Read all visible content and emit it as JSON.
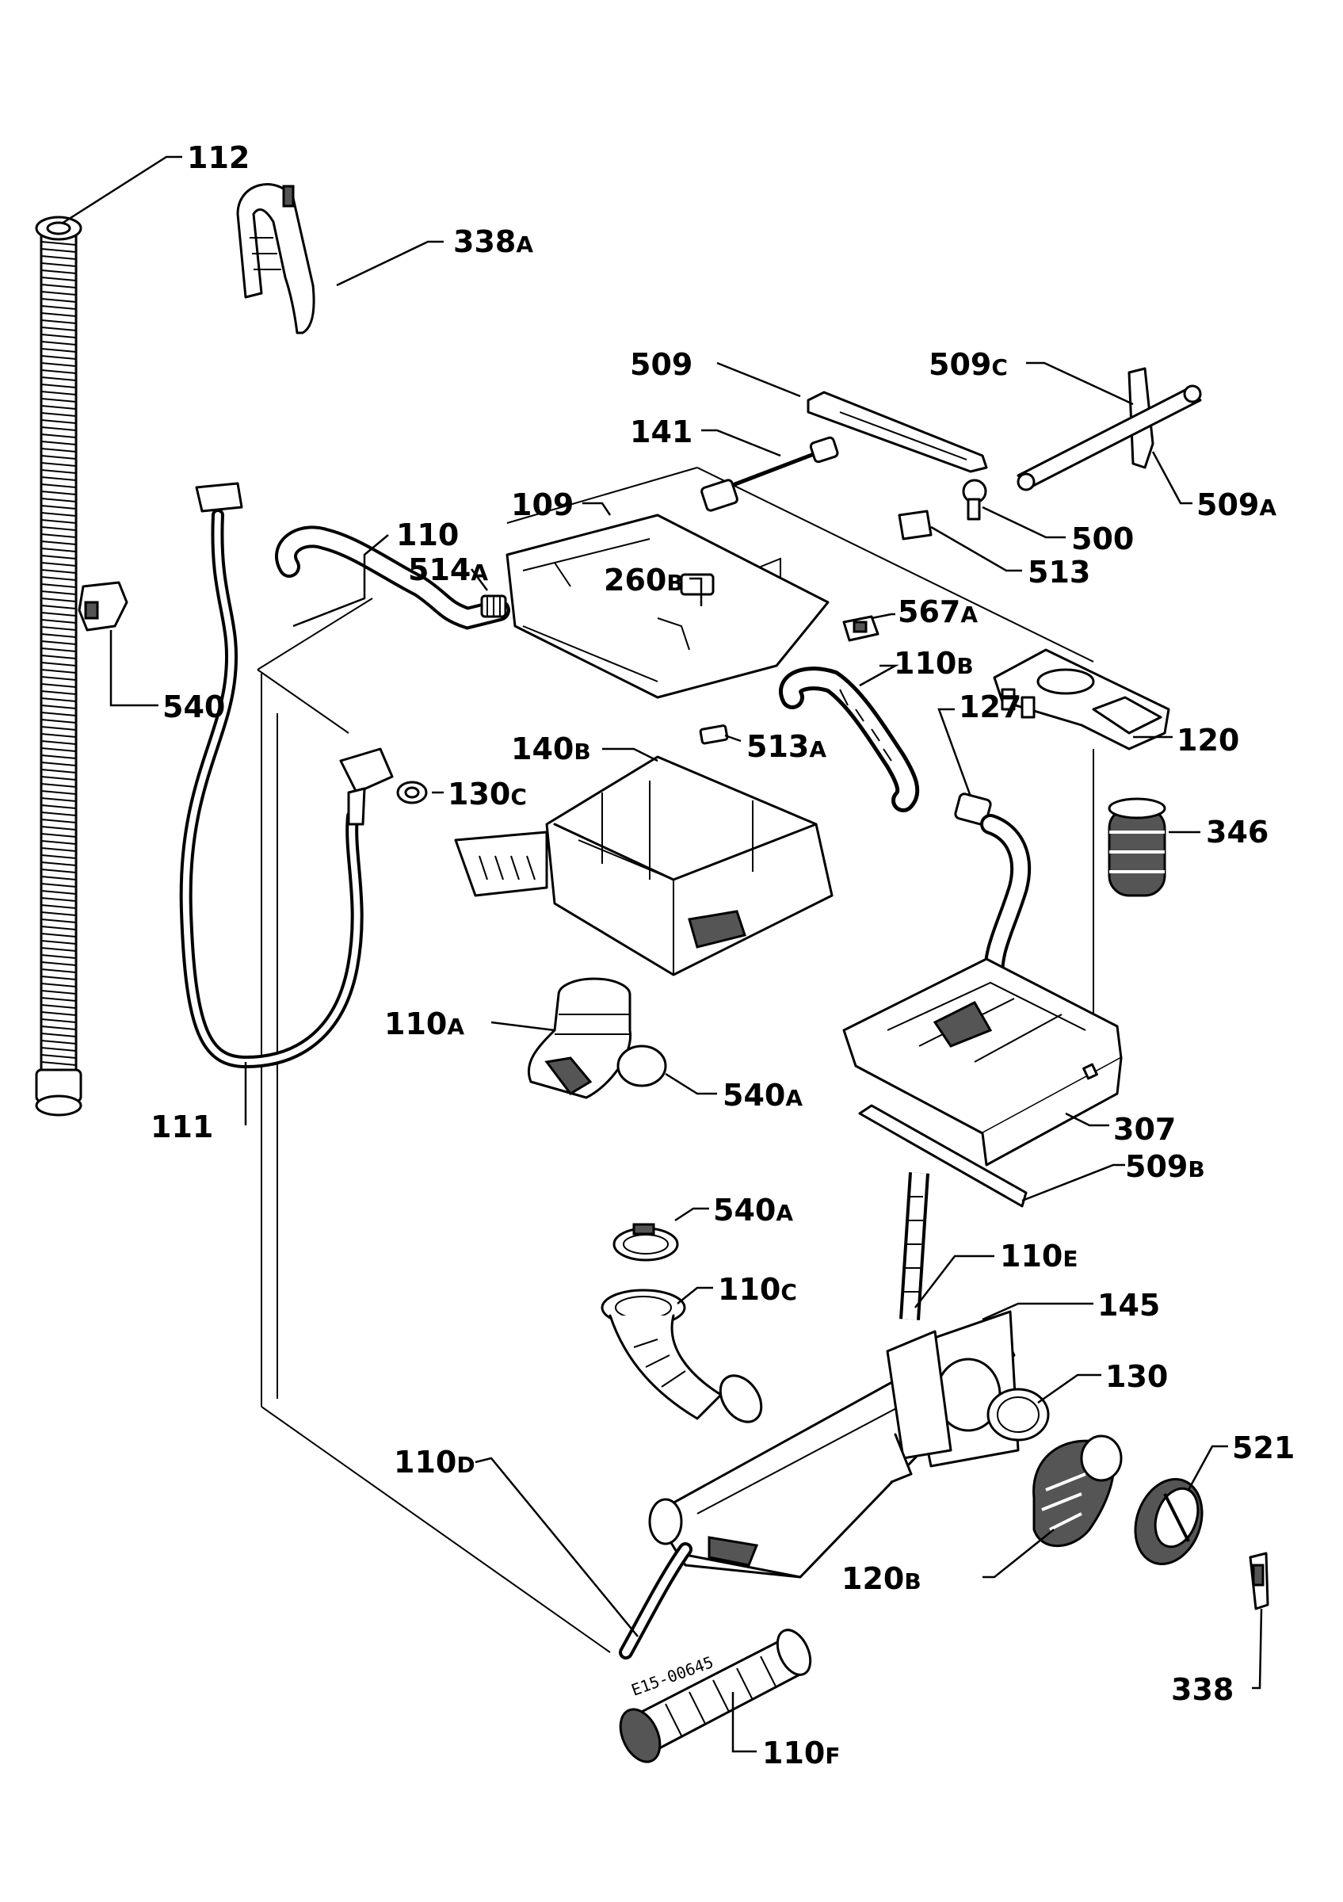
{
  "colors": {
    "line": "#000000",
    "background": "#ffffff",
    "shade": "#555555"
  },
  "labels": [
    {
      "id": "112",
      "num": "112",
      "suffix": ""
    },
    {
      "id": "338a",
      "num": "338",
      "suffix": "A"
    },
    {
      "id": "509",
      "num": "509",
      "suffix": ""
    },
    {
      "id": "509c",
      "num": "509",
      "suffix": "C"
    },
    {
      "id": "141",
      "num": "141",
      "suffix": ""
    },
    {
      "id": "509a",
      "num": "509",
      "suffix": "A"
    },
    {
      "id": "109",
      "num": "109",
      "suffix": ""
    },
    {
      "id": "500",
      "num": "500",
      "suffix": ""
    },
    {
      "id": "110",
      "num": "110",
      "suffix": ""
    },
    {
      "id": "514a",
      "num": "514",
      "suffix": "A"
    },
    {
      "id": "513",
      "num": "513",
      "suffix": ""
    },
    {
      "id": "260b",
      "num": "260",
      "suffix": "B"
    },
    {
      "id": "567a",
      "num": "567",
      "suffix": "A"
    },
    {
      "id": "110b",
      "num": "110",
      "suffix": "B"
    },
    {
      "id": "540",
      "num": "540",
      "suffix": ""
    },
    {
      "id": "127",
      "num": "127",
      "suffix": ""
    },
    {
      "id": "140b",
      "num": "140",
      "suffix": "B"
    },
    {
      "id": "513a",
      "num": "513",
      "suffix": "A"
    },
    {
      "id": "120",
      "num": "120",
      "suffix": ""
    },
    {
      "id": "130c",
      "num": "130",
      "suffix": "C"
    },
    {
      "id": "346",
      "num": "346",
      "suffix": ""
    },
    {
      "id": "110a",
      "num": "110",
      "suffix": "A"
    },
    {
      "id": "540a-1",
      "num": "540",
      "suffix": "A"
    },
    {
      "id": "111",
      "num": "111",
      "suffix": ""
    },
    {
      "id": "307",
      "num": "307",
      "suffix": ""
    },
    {
      "id": "509b",
      "num": "509",
      "suffix": "B"
    },
    {
      "id": "540a-2",
      "num": "540",
      "suffix": "A"
    },
    {
      "id": "110e",
      "num": "110",
      "suffix": "E"
    },
    {
      "id": "110c",
      "num": "110",
      "suffix": "C"
    },
    {
      "id": "145",
      "num": "145",
      "suffix": ""
    },
    {
      "id": "130",
      "num": "130",
      "suffix": ""
    },
    {
      "id": "521",
      "num": "521",
      "suffix": ""
    },
    {
      "id": "110d",
      "num": "110",
      "suffix": "D"
    },
    {
      "id": "120b",
      "num": "120",
      "suffix": "B"
    },
    {
      "id": "338",
      "num": "338",
      "suffix": ""
    },
    {
      "id": "110f",
      "num": "110",
      "suffix": "F"
    }
  ],
  "stamp": "E15-00645"
}
